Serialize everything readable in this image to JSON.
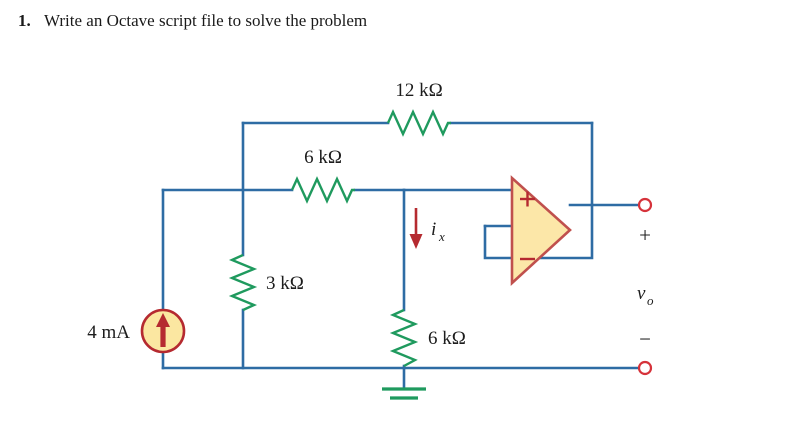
{
  "problem": {
    "number": "1.",
    "text": "Write an Octave script file to solve the problem"
  },
  "circuit": {
    "title": "op-amp circuit with current source",
    "source": {
      "label": "4 mA",
      "type": "current-source",
      "direction": "up"
    },
    "resistors": [
      {
        "id": "r12k",
        "label": "12 kΩ",
        "orientation": "horizontal",
        "position": "top-feedback"
      },
      {
        "id": "r6k-series",
        "label": "6 kΩ",
        "orientation": "horizontal",
        "position": "middle-left"
      },
      {
        "id": "r3k",
        "label": "3 kΩ",
        "orientation": "vertical",
        "position": "left-shunt"
      },
      {
        "id": "r6k-shunt",
        "label": "6 kΩ",
        "orientation": "vertical",
        "position": "center-shunt"
      }
    ],
    "current_label": {
      "symbol": "i",
      "subscript": "x",
      "direction": "down"
    },
    "opamp": {
      "plus": "+",
      "minus": "−",
      "fill_color": "#fce7a8",
      "border_color": "#c0504d"
    },
    "output": {
      "plus": "+",
      "minus": "−",
      "symbol": "v",
      "subscript": "o"
    },
    "ground": {
      "type": "earth-ground"
    },
    "colors": {
      "wire": "#2e6ca4",
      "resistor": "#1f9a5e",
      "source": "#b52a30",
      "terminal": "#d6323a"
    }
  }
}
